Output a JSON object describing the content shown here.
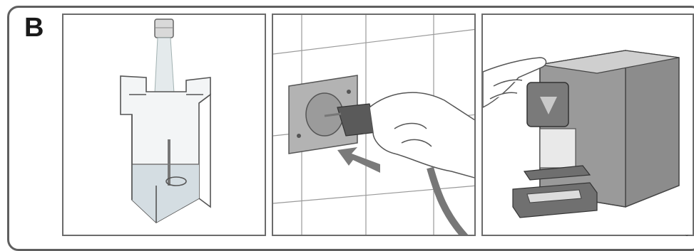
{
  "step": {
    "letter": "B"
  },
  "panels": [
    {
      "id": "fill-water-tank",
      "icons": [
        "faucet-icon",
        "water-stream",
        "water-tank"
      ]
    },
    {
      "id": "plug-in-power",
      "icons": [
        "wall-socket",
        "power-plug",
        "hand",
        "insert-arrow"
      ]
    },
    {
      "id": "press-power-button",
      "icons": [
        "hand",
        "coffee-machine"
      ]
    }
  ],
  "colors": {
    "line": "#6b6b6b",
    "machine": "#8a8a8a",
    "water": "#d4dde2"
  }
}
